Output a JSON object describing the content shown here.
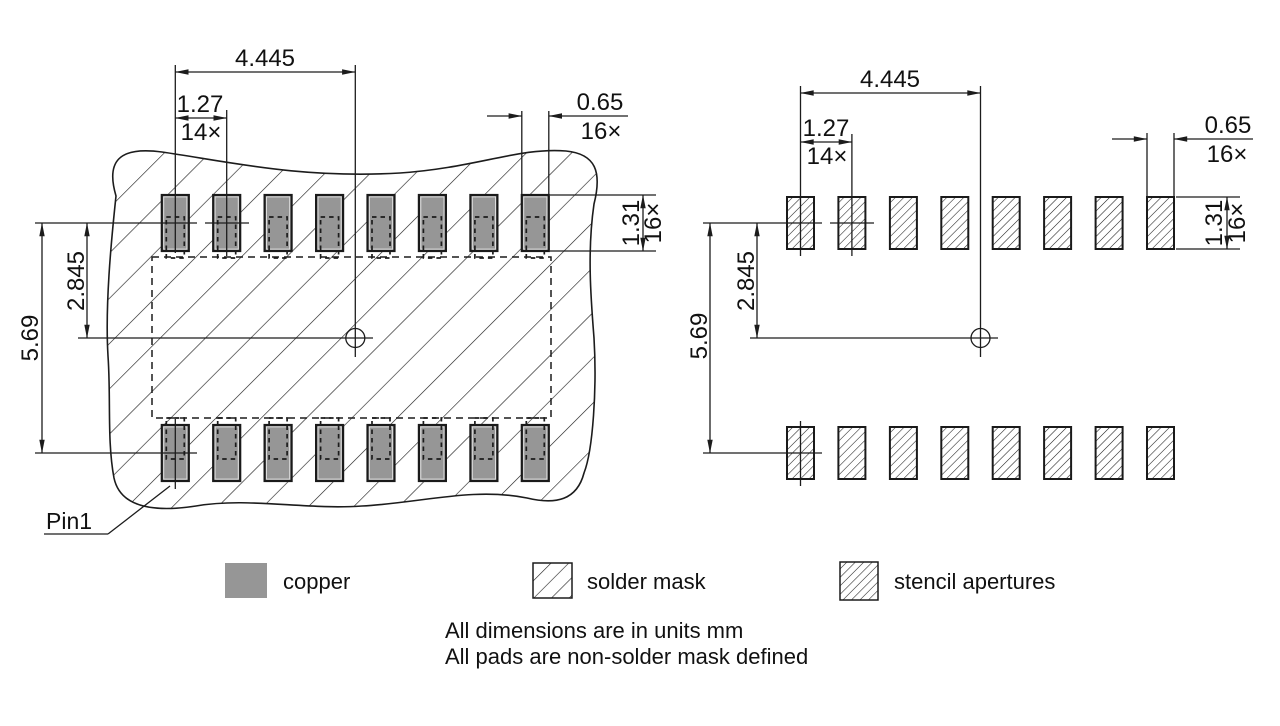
{
  "dims": {
    "span": "4.445",
    "pitch": "1.27",
    "pitch_count": "14×",
    "pad_width": "0.65",
    "pad_width_count": "16×",
    "pad_height": "1.31",
    "pad_height_count": "16×",
    "center_offset": "2.845",
    "row_spacing": "5.69"
  },
  "labels": {
    "pin1": "Pin1"
  },
  "legend": {
    "copper_label": "copper",
    "solder_mask_label": "solder mask",
    "stencil_label": "stencil apertures"
  },
  "notes": {
    "units": "All dimensions are in units mm",
    "mask": "All pads are non-solder mask defined"
  },
  "colors": {
    "copper": "#969696",
    "line": "#1c1c1c"
  }
}
